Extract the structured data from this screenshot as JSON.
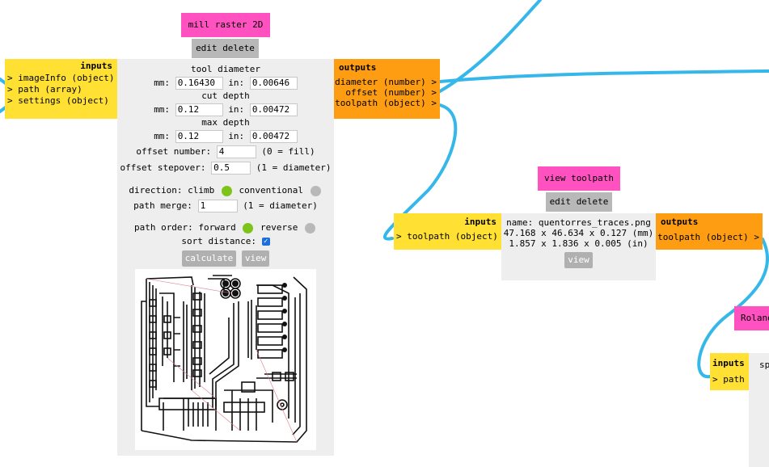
{
  "colors": {
    "title": "#ff52c0",
    "inputs": "#ffe033",
    "outputs": "#ff9d12",
    "panel": "#eeeeee",
    "edit_bar": "#b8b8b8",
    "wire": "#35b7ea",
    "radio_on": "#7dc41a",
    "radio_off": "#b8b8b8"
  },
  "mill": {
    "title": "mill raster 2D",
    "edit": "edit",
    "delete": "delete",
    "inputs": {
      "header": "inputs",
      "items": [
        "> imageInfo (object)",
        "> path (array)",
        "> settings (object)"
      ]
    },
    "outputs": {
      "header": "outputs",
      "items": [
        "diameter (number) >",
        "offset (number) >",
        "toolpath (object) >"
      ]
    },
    "tool_diameter_label": "tool diameter",
    "mm_label": "mm:",
    "in_label": "in:",
    "tool_diameter_mm": "0.16430",
    "tool_diameter_in": "0.00646",
    "cut_depth_label": "cut depth",
    "cut_depth_mm": "0.12",
    "cut_depth_in": "0.00472",
    "max_depth_label": "max depth",
    "max_depth_mm": "0.12",
    "max_depth_in": "0.00472",
    "offset_number_label": "offset number:",
    "offset_number": "4",
    "offset_number_hint": "(0 = fill)",
    "offset_stepover_label": "offset stepover:",
    "offset_stepover": "0.5",
    "offset_stepover_hint": "(1 = diameter)",
    "direction_label": "direction: climb",
    "conventional_label": "conventional",
    "path_merge_label": "path merge:",
    "path_merge": "1",
    "path_merge_hint": "(1 = diameter)",
    "path_order_label": "path order: forward",
    "reverse_label": "reverse",
    "sort_distance_label": "sort distance:",
    "calculate": "calculate",
    "view": "view"
  },
  "view_toolpath": {
    "title": "view toolpath",
    "edit": "edit",
    "delete": "delete",
    "inputs": {
      "header": "inputs",
      "items": [
        "> toolpath (object)"
      ]
    },
    "outputs": {
      "header": "outputs",
      "items": [
        "toolpath (object) >"
      ]
    },
    "name_line": "name: quentorres_traces.png",
    "mm_line": "47.168 x 46.634 x 0.127 (mm)",
    "in_line": "1.857 x 1.836 x 0.005 (in)",
    "view": "view"
  },
  "roland": {
    "title": "Roland",
    "inputs": {
      "header": "inputs",
      "items": [
        "> path"
      ]
    },
    "panel_text": "sp"
  }
}
